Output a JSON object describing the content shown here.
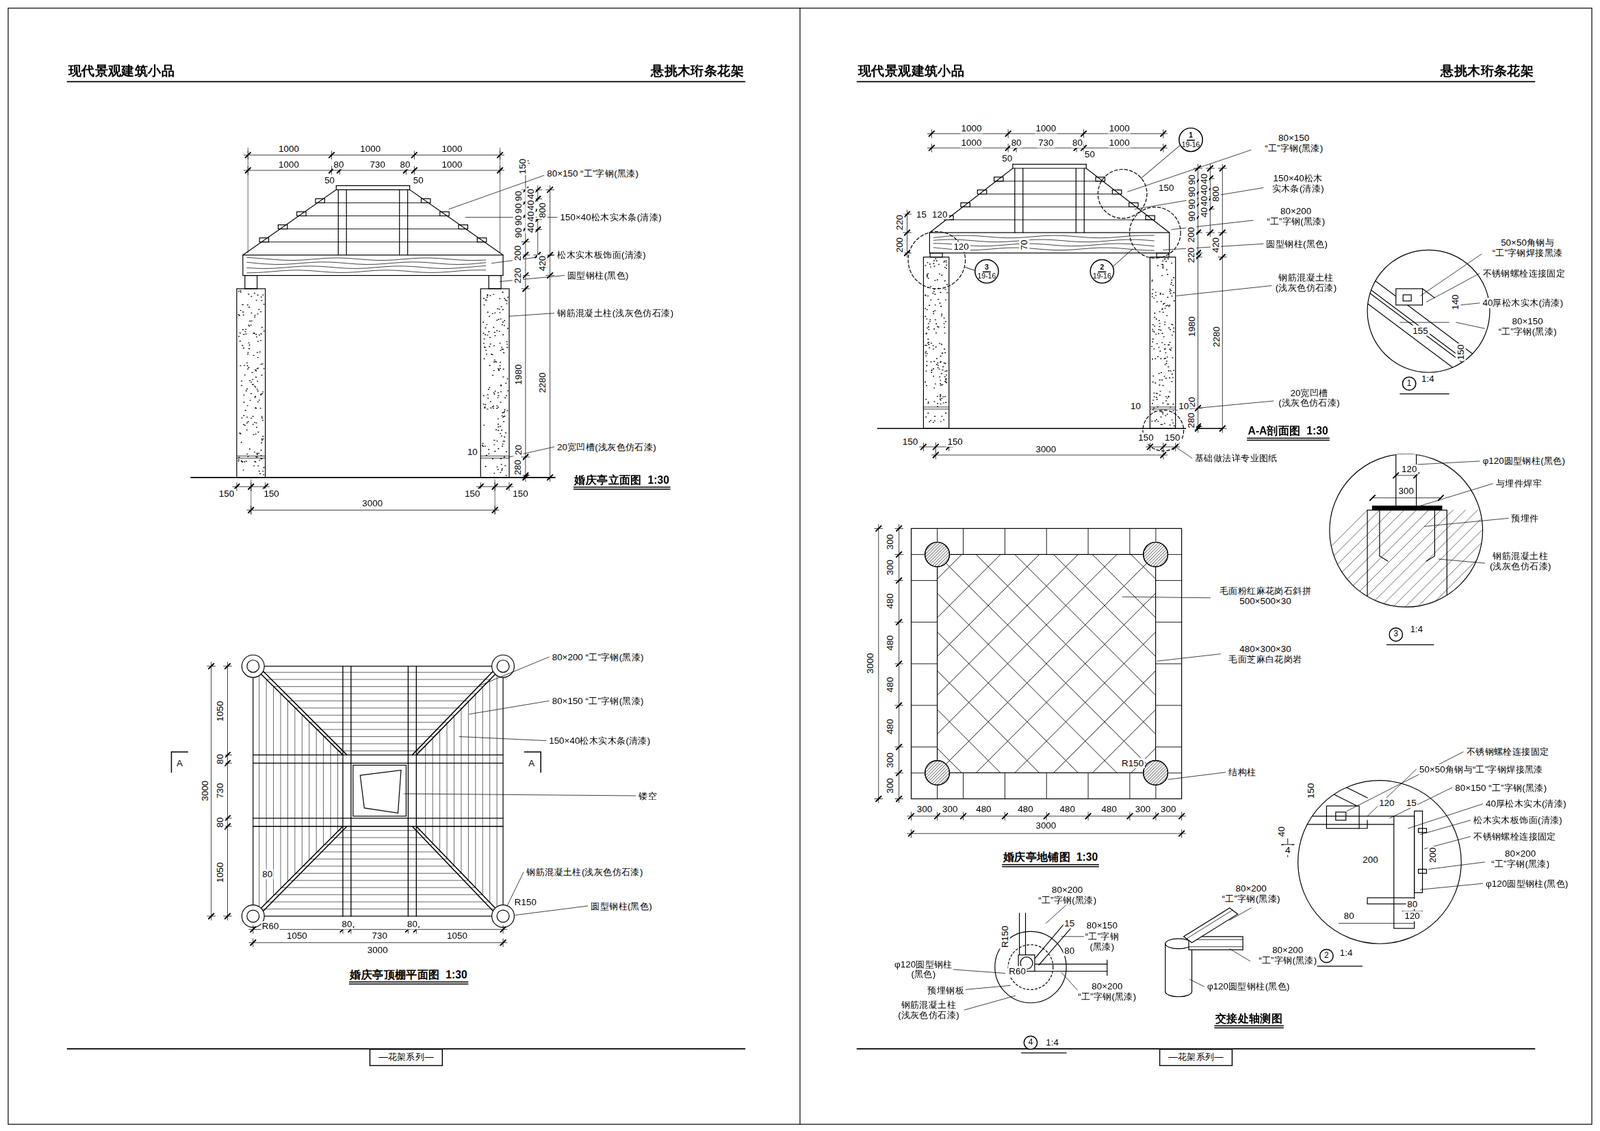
{
  "diagram": {
    "nodes": [
      {
        "text": [
          "—花架系列—"
        ]
      },
      {
        "text": [
          "—花架系列—"
        ]
      },
      {
        "text": [
          "1",
          "19-16"
        ]
      },
      {
        "text": [
          "3",
          "19-16"
        ]
      },
      {
        "text": [
          "2",
          "19-16"
        ]
      },
      {
        "text": [
          "1"
        ]
      },
      {
        "text": [
          "3"
        ]
      },
      {
        "text": [
          "2"
        ]
      },
      {
        "text": [
          "4"
        ]
      }
    ],
    "labels": [
      "现代景观建筑小品",
      "悬挑木珩条花架",
      "1000",
      "1000",
      "1000",
      "1000",
      "80",
      "730",
      "80",
      "1000",
      "50",
      "50",
      "150",
      "90",
      "90",
      "90",
      "90",
      "40",
      "40",
      "40",
      "40",
      "800",
      "420",
      "220",
      "200",
      "1980",
      "2280",
      "20",
      "280",
      "80×150 “工”字钢(黑漆)",
      "150×40松木实木条(清漆)",
      "松木实木板饰面(清漆)",
      "圆型钢柱(黑色)",
      "钢筋混凝土柱(浅灰色仿石漆)",
      "10",
      "20宽凹槽(浅灰色仿石漆)",
      "150",
      "150",
      "3000",
      "150",
      "150",
      "婚庆亭立面图  1:30",
      "A",
      "A",
      "1050",
      "80",
      "730",
      "80",
      "1050",
      "3000",
      "80",
      "R150",
      "R60",
      "1050",
      "80",
      "730",
      "80",
      "1050",
      "3000",
      "80×200 “工”字钢(黑漆)",
      "80×150 “工”字钢(黑漆)",
      "150×40松木实木条(清漆)",
      "镂空",
      "钢筋混凝土柱(浅灰色仿石漆)",
      "圆型钢柱(黑色)",
      "婚庆亭顶棚平面图  1:30",
      "现代景观建筑小品",
      "悬挑木珩条花架",
      "1000",
      "1000",
      "1000",
      "1000",
      "80",
      "730",
      "80",
      "1000",
      "50",
      "50",
      "150",
      "15",
      "120",
      "120",
      "70",
      "220",
      "200",
      "90",
      "90",
      "90",
      "90",
      "40",
      "40",
      "40",
      "40",
      "800",
      "420",
      "220",
      "200",
      "1980",
      "2280",
      "20",
      "280",
      "80×150 “工”字钢(黑漆)",
      "150×40松木 实木条(清漆)",
      "80×200 “工”字钢(黑漆)",
      "圆型钢柱(黑色)",
      "钢筋混凝土柱 (浅灰色仿石漆)",
      "20宽凹槽 (浅灰色仿石漆)",
      "10",
      "10",
      "150",
      "150",
      "3000",
      "150",
      "150",
      "A-A剖面图  1:30",
      "基础做法详专业图纸",
      "50×50角钢与 “工”字钢焊接黑漆",
      "不锈钢螺栓连接固定",
      "40厚松木实木(清漆)",
      "80×150 “工”字钢(黑漆)",
      "140",
      "155",
      "150",
      "1:4",
      "φ120圆型钢柱(黑色)",
      "120",
      "与埋件焊牢",
      "300",
      "预埋件",
      "钢筋混凝土柱 (浅灰色仿石漆)",
      "1:4",
      "不锈钢螺栓连接固定",
      "50×50角钢与“工”字钢焊接黑漆",
      "80×150 “工”字钢(黑漆)",
      "40厚松木实木(清漆)",
      "松木实木板饰面(清漆)",
      "不锈钢螺栓连接固定",
      "80×200 “工”字钢(黑漆)",
      "φ120圆型钢柱(黑色)",
      "150",
      "120",
      "15",
      "40",
      "4",
      "200",
      "200",
      "80",
      "80",
      "120",
      "1:4",
      "300",
      "300",
      "480",
      "480",
      "480",
      "480",
      "300",
      "300",
      "3000",
      "300",
      "300",
      "480",
      "480",
      "480",
      "480",
      "300",
      "300",
      "3000",
      "毛面粉红麻花岗石斜拼 500×500×30",
      "480×300×30 毛面芝麻白花岗岩",
      "R150",
      "结构柱",
      "婚庆亭地铺图  1:30",
      "80×200 “工”字钢(黑漆)",
      "80×150 “工”字钢 (黑漆)",
      "R150",
      "15",
      "80",
      "R60",
      "φ120圆型钢柱 (黑色)",
      "预埋钢板",
      "钢筋混凝土柱 (浅灰色仿石漆)",
      "80×200 “工”字钢(黑漆)",
      "1:4",
      "80×200 “工”字钢(黑漆)",
      "80×200 “工”字钢(黑漆)",
      "φ120圆型钢柱(黑色)",
      "交接处轴测图"
    ]
  }
}
